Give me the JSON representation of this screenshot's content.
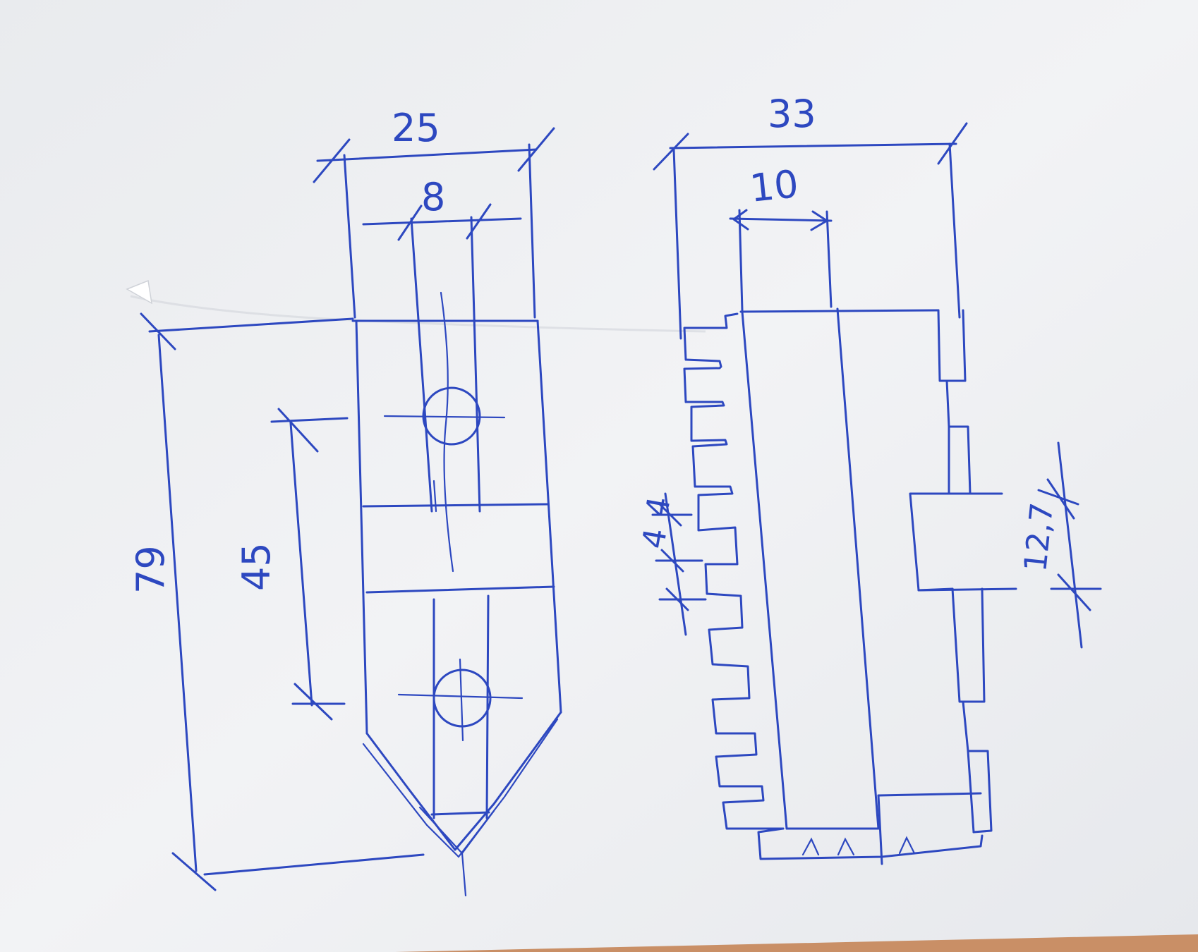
{
  "colors": {
    "paper": "#eff0f2",
    "paper_shadow": "#dfe1e6",
    "ink": "#2d48c0",
    "table_edge": "#c98f66"
  },
  "front_view": {
    "width_overall": "25",
    "slot_width": "8",
    "height_overall": "79",
    "hole_spacing": "45"
  },
  "side_view": {
    "width_overall": "33",
    "core_width": "10",
    "tooth_pitch_a": "4",
    "tooth_pitch_b": "4",
    "boss_height": "12,7"
  }
}
